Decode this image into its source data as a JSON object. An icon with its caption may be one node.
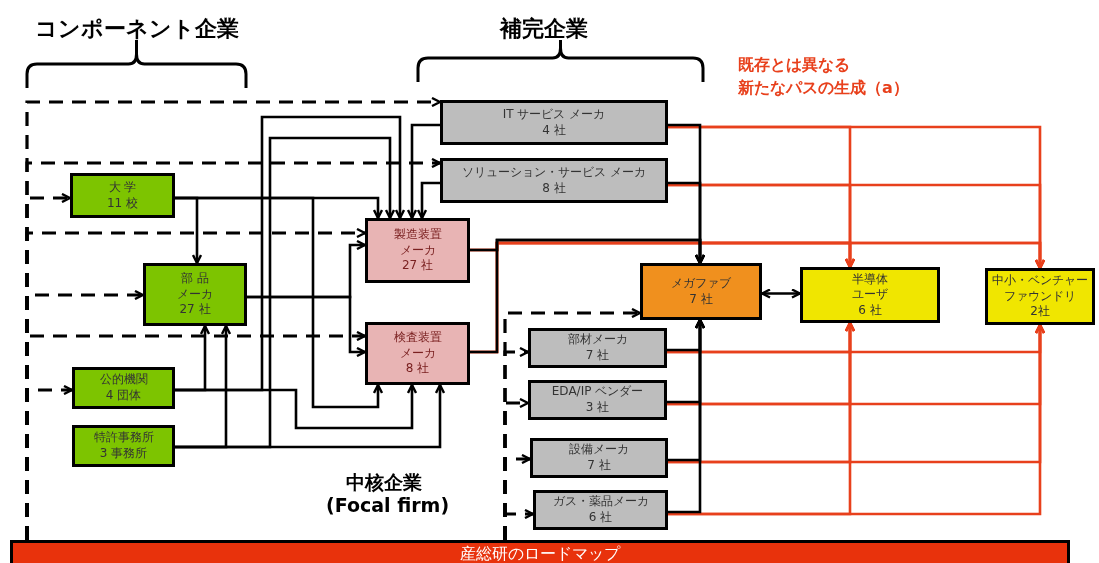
{
  "diagram": {
    "nodes": [
      {
        "text": [
          "IT サービス メーカ",
          "4 社"
        ]
      },
      {
        "text": [
          "ソリューション・サービス メーカ",
          "8 社"
        ]
      },
      {
        "text": [
          "大 学",
          "11 校"
        ]
      },
      {
        "text": [
          "製造装置メーカ",
          "27 社"
        ]
      },
      {
        "text": [
          "部 品メーカ",
          "27 社"
        ]
      },
      {
        "text": [
          "検査装置メーカ",
          "8 社"
        ]
      },
      {
        "text": [
          "メガファブ",
          "7 社"
        ]
      },
      {
        "text": [
          "半導体ユーザ",
          "6 社"
        ]
      },
      {
        "text": [
          "中小・ベンチャーファウンドリ",
          "2社"
        ]
      },
      {
        "text": [
          "部材メーカ",
          "7 社"
        ]
      },
      {
        "text": [
          "公的機関",
          "4 団体"
        ]
      },
      {
        "text": [
          "EDA/IP ベンダー",
          "3 社"
        ]
      },
      {
        "text": [
          "設備メーカ",
          "7 社"
        ]
      },
      {
        "text": [
          "特許事務所",
          "3 事務所"
        ]
      },
      {
        "text": [
          "ガス・薬品メーカ",
          "6 社"
        ]
      },
      {
        "text": [
          "産総研のロードマップ"
        ]
      }
    ],
    "edges": [
      {
        "from": 15,
        "to": 0,
        "arrow": "to",
        "style": "dashed"
      },
      {
        "from": 15,
        "to": 1,
        "arrow": "to",
        "style": "dashed"
      },
      {
        "from": 15,
        "to": 2,
        "arrow": "to",
        "style": "dashed"
      },
      {
        "from": 15,
        "to": 3,
        "arrow": "to",
        "style": "dashed"
      },
      {
        "from": 15,
        "to": 4,
        "arrow": "to",
        "style": "dashed"
      },
      {
        "from": 15,
        "to": 5,
        "arrow": "to",
        "style": "dashed"
      },
      {
        "from": 15,
        "to": 10,
        "arrow": "to",
        "style": "dashed"
      },
      {
        "from": 15,
        "to": 6,
        "arrow": "to",
        "style": "dashed"
      },
      {
        "from": 15,
        "to": 9,
        "arrow": "to",
        "style": "dashed"
      },
      {
        "from": 15,
        "to": 11,
        "arrow": "to",
        "style": "dashed"
      },
      {
        "from": 15,
        "to": 12,
        "arrow": "to",
        "style": "dashed"
      },
      {
        "from": 15,
        "to": 14,
        "arrow": "to",
        "style": "dashed"
      },
      {
        "from": 2,
        "to": 4,
        "arrow": "to"
      },
      {
        "from": 2,
        "to": 3,
        "arrow": "to"
      },
      {
        "from": 2,
        "to": 5,
        "arrow": "to"
      },
      {
        "from": 4,
        "to": 3,
        "arrow": "to"
      },
      {
        "from": 4,
        "to": 5,
        "arrow": "to"
      },
      {
        "from": 10,
        "to": 4,
        "arrow": "to"
      },
      {
        "from": 10,
        "to": 3,
        "arrow": "to"
      },
      {
        "from": 10,
        "to": 5,
        "arrow": "to"
      },
      {
        "from": 13,
        "to": 4,
        "arrow": "to"
      },
      {
        "from": 13,
        "to": 3,
        "arrow": "to"
      },
      {
        "from": 13,
        "to": 5,
        "arrow": "to"
      },
      {
        "from": 0,
        "to": 3,
        "arrow": "to"
      },
      {
        "from": 1,
        "to": 3,
        "arrow": "to"
      },
      {
        "from": 3,
        "to": 6,
        "arrow": "to"
      },
      {
        "from": 5,
        "to": 6,
        "arrow": "to"
      },
      {
        "from": 0,
        "to": 6,
        "arrow": "to"
      },
      {
        "from": 1,
        "to": 6,
        "arrow": "to"
      },
      {
        "from": 9,
        "to": 6,
        "arrow": "to"
      },
      {
        "from": 11,
        "to": 6,
        "arrow": "to"
      },
      {
        "from": 12,
        "to": 6,
        "arrow": "to"
      },
      {
        "from": 14,
        "to": 6,
        "arrow": "to"
      },
      {
        "from": 6,
        "to": 7,
        "arrow": "both"
      },
      {
        "from": 0,
        "to": 7,
        "arrow": "to",
        "color": "#e8401c"
      },
      {
        "from": 0,
        "to": 8,
        "arrow": "to",
        "color": "#e8401c"
      },
      {
        "from": 1,
        "to": 7,
        "arrow": "to",
        "color": "#e8401c"
      },
      {
        "from": 1,
        "to": 8,
        "arrow": "to",
        "color": "#e8401c"
      },
      {
        "from": 3,
        "to": 7,
        "arrow": "to",
        "color": "#e8401c"
      },
      {
        "from": 3,
        "to": 8,
        "arrow": "to",
        "color": "#e8401c"
      },
      {
        "from": 5,
        "to": 7,
        "arrow": "to",
        "color": "#e8401c"
      },
      {
        "from": 5,
        "to": 8,
        "arrow": "to",
        "color": "#e8401c"
      },
      {
        "from": 9,
        "to": 7,
        "arrow": "to",
        "color": "#e8401c"
      },
      {
        "from": 9,
        "to": 8,
        "arrow": "to",
        "color": "#e8401c"
      },
      {
        "from": 11,
        "to": 7,
        "arrow": "to",
        "color": "#e8401c"
      },
      {
        "from": 11,
        "to": 8,
        "arrow": "to",
        "color": "#e8401c"
      },
      {
        "from": 12,
        "to": 7,
        "arrow": "to",
        "color": "#e8401c"
      },
      {
        "from": 12,
        "to": 8,
        "arrow": "to",
        "color": "#e8401c"
      },
      {
        "from": 14,
        "to": 7,
        "arrow": "to",
        "color": "#e8401c"
      },
      {
        "from": 14,
        "to": 8,
        "arrow": "to",
        "color": "#e8401c"
      }
    ],
    "labels": [
      "コンポーネント企業",
      "補完企業",
      "既存とは異なる",
      "新たなパスの生成（a）",
      "中核企業",
      "(Focal firm)"
    ]
  }
}
